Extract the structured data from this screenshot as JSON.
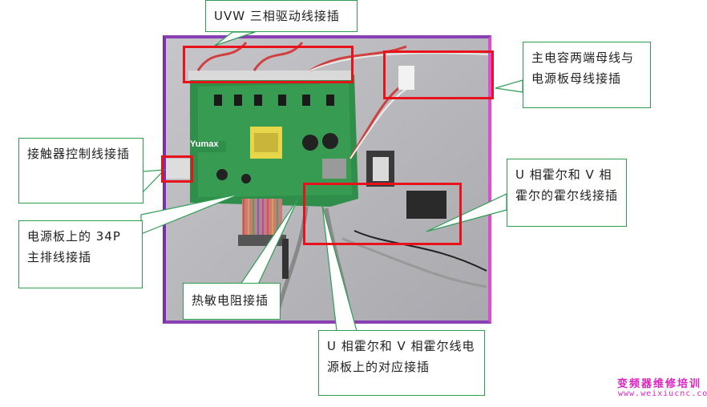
{
  "callouts": {
    "uvw": "UVW 三相驱动线接插",
    "main_cap": "主电容两端母线与电源板母线接插",
    "contactor": "接触器控制线接插",
    "ribbon34p": "电源板上的 34P 主排线接插",
    "thermistor": "热敏电阻接插",
    "hall_board": "U 相霍尔和 V 相霍尔线电源板上的对应接插",
    "hall_sensor": "U 相霍尔和 V 相霍尔的霍尔线接插"
  },
  "board": {
    "brand": "Yumax"
  },
  "watermark": {
    "title": "变频器维修培训",
    "url": "www.weixiucnc.com"
  },
  "colors": {
    "callout_border": "#2e9e55",
    "highlight": "#e8121b",
    "frame": "#8a3fb3",
    "watermark": "#e020c0"
  }
}
